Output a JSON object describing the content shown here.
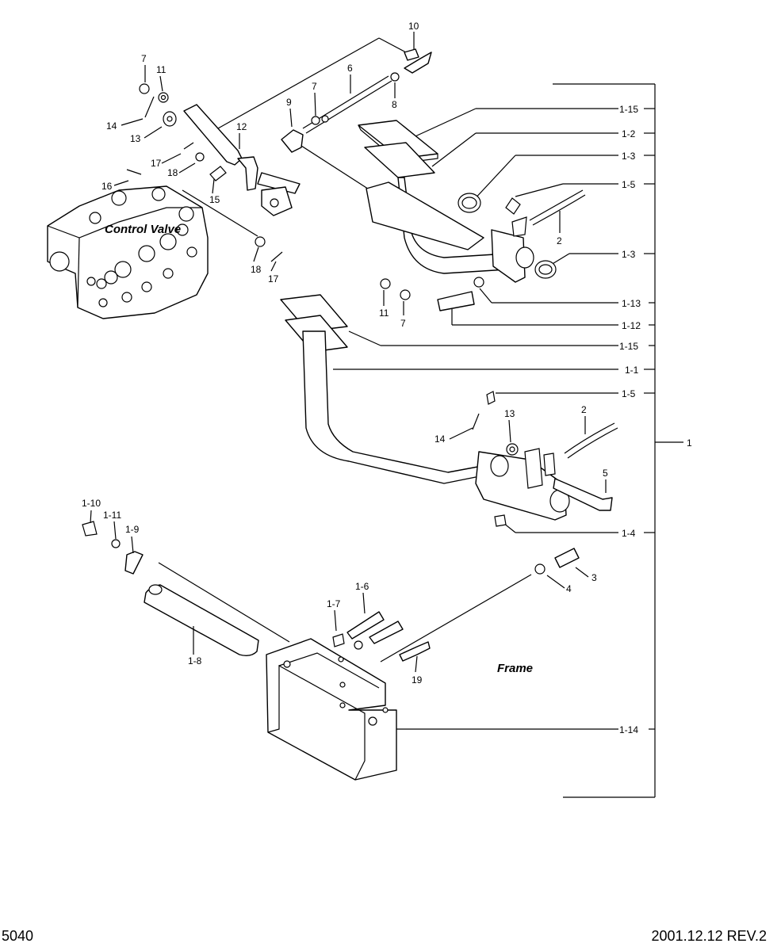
{
  "diagram": {
    "assembly_labels": {
      "control_valve": "Control Valve",
      "frame": "Frame"
    },
    "callouts": {
      "c10": "10",
      "c7a": "7",
      "c11a": "11",
      "c6": "6",
      "c9": "9",
      "c7b": "7",
      "c8": "8",
      "c14a": "14",
      "c13a": "13",
      "c12": "12",
      "c17a": "17",
      "c18a": "18",
      "c16": "16",
      "c15": "15",
      "c18b": "18",
      "c17b": "17",
      "c2a": "2",
      "c11b": "11",
      "c7c": "7",
      "c13b": "13",
      "c14b": "14",
      "c2b": "2",
      "c5": "5",
      "c1_10": "1-10",
      "c1_11": "1-11",
      "c1_9": "1-9",
      "c1_8": "1-8",
      "c1_7": "1-7",
      "c1_6": "1-6",
      "c19": "19",
      "c3": "3",
      "c4": "4"
    },
    "right_callouts": [
      "1-15",
      "1-2",
      "1-3",
      "1-5",
      "1-3",
      "1-13",
      "1-12",
      "1-15",
      "1-1",
      "1-5",
      "1",
      "1-4",
      "1-14"
    ]
  },
  "footer": {
    "page_id": "5040",
    "revision": "2001.12.12 REV.2"
  }
}
